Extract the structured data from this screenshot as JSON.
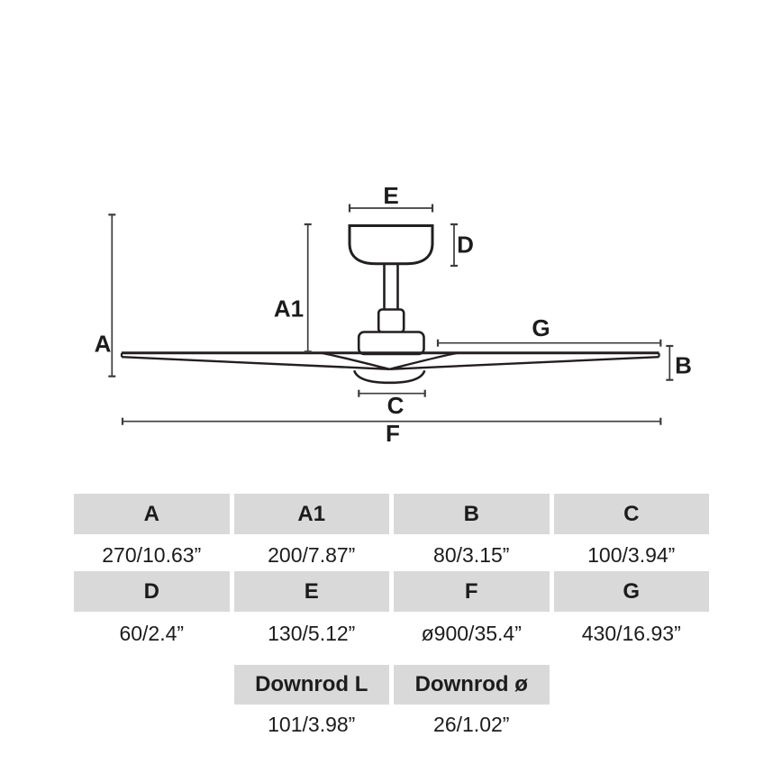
{
  "diagram": {
    "labels": {
      "a": "A",
      "a1": "A1",
      "b": "B",
      "c": "C",
      "d": "D",
      "e": "E",
      "f": "F",
      "g": "G"
    }
  },
  "table": {
    "header1": [
      "A",
      "A1",
      "B",
      "C"
    ],
    "values1": [
      "270/10.63”",
      "200/7.87”",
      "80/3.15”",
      "100/3.94”"
    ],
    "header2": [
      "D",
      "E",
      "F",
      "G"
    ],
    "values2": [
      "60/2.4”",
      "130/5.12”",
      "ø900/35.4”",
      "430/16.93”"
    ],
    "header3": [
      "Downrod L",
      "Downrod ø"
    ],
    "values3": [
      "101/3.98”",
      "26/1.02”"
    ]
  },
  "colors": {
    "header_bg": "#d9d9d9",
    "text": "#1c1c1c",
    "outline": "#231f20",
    "dim_line": "#3c3c3c"
  }
}
